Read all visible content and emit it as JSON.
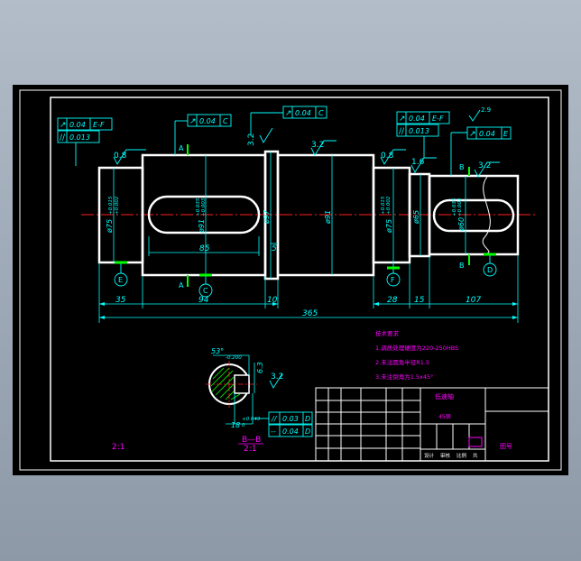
{
  "colors": {
    "background": "#000000",
    "outline": "#ffffff",
    "dimension": "#00ffff",
    "centerline": "#ff2020",
    "annotation": "#ff00ff",
    "hatch": "#00ff00",
    "datum": "#00ff00"
  },
  "tolerance_frames": {
    "left_runout": "0.04",
    "left_runout_datum": "E-F",
    "left_parallel": "0.013",
    "shoulder_runout": "0.04",
    "shoulder_runout_datum": "C",
    "middle_runout": "0.04",
    "middle_runout_datum": "C",
    "right_runout": "0.04",
    "right_runout_datum": "E-F",
    "right_parallel": "0.013",
    "right_end_runout": "0.04",
    "right_end_runout_datum": "E",
    "section_parallel": "0.03",
    "section_parallel_datum": "D",
    "section_symmetry": "0.04",
    "section_symmetry_datum": "D"
  },
  "roughness": {
    "r_left": "0.8",
    "r_shoulder": "3.2",
    "r_middle": "3.2",
    "r_right": "0.8",
    "r_small": "1.6",
    "r_end": "3.2",
    "r_corner": "2.9",
    "r_section": "3.2"
  },
  "diameters": {
    "d_left": "ø75",
    "d_left_tol_top": "+0.015",
    "d_left_tol_bot": "+0.002",
    "d_key": "ø91",
    "d_key_tol_top": "+0.035",
    "d_key_tol_bot": "+0.003",
    "d_collar": "ø97",
    "d_mid": "ø91",
    "d_right": "ø75",
    "d_right_tol_top": "+0.015",
    "d_right_tol_bot": "+0.002",
    "d_small": "ø65",
    "d_end": "ø60",
    "d_end_tol_top": "+0.035",
    "d_end_tol_bot": "+0.003"
  },
  "lengths": {
    "l_35": "35",
    "l_94": "94",
    "l_85": "85",
    "l_10": "10",
    "l_5": "5",
    "l_28": "28",
    "l_15": "15",
    "l_107": "107",
    "l_total": "365"
  },
  "datums": {
    "c": "C",
    "d": "D",
    "e": "E",
    "f": "F"
  },
  "section_marks": {
    "a1": "A",
    "a2": "A",
    "b1": "B",
    "b2": "B"
  },
  "section": {
    "angle": "53°",
    "angle_tol": "-0.200",
    "width": "18",
    "width_tol_top": "+0.043",
    "width_tol_bot": "0",
    "depth": "6.3",
    "title": "B—B",
    "scale": "2:1"
  },
  "view_scale": "2:1",
  "notes": {
    "heading": "技术要求",
    "items": [
      "1.调质处理硬度为220-250HBS",
      "2.未注圆角半径R1.5",
      "3.未注倒角为1.5x45°"
    ]
  },
  "title_block": {
    "part_name": "低速轴",
    "material": "45钢",
    "company": "图号",
    "col_labels": [
      "设计",
      "审核",
      "比例",
      "共"
    ]
  }
}
